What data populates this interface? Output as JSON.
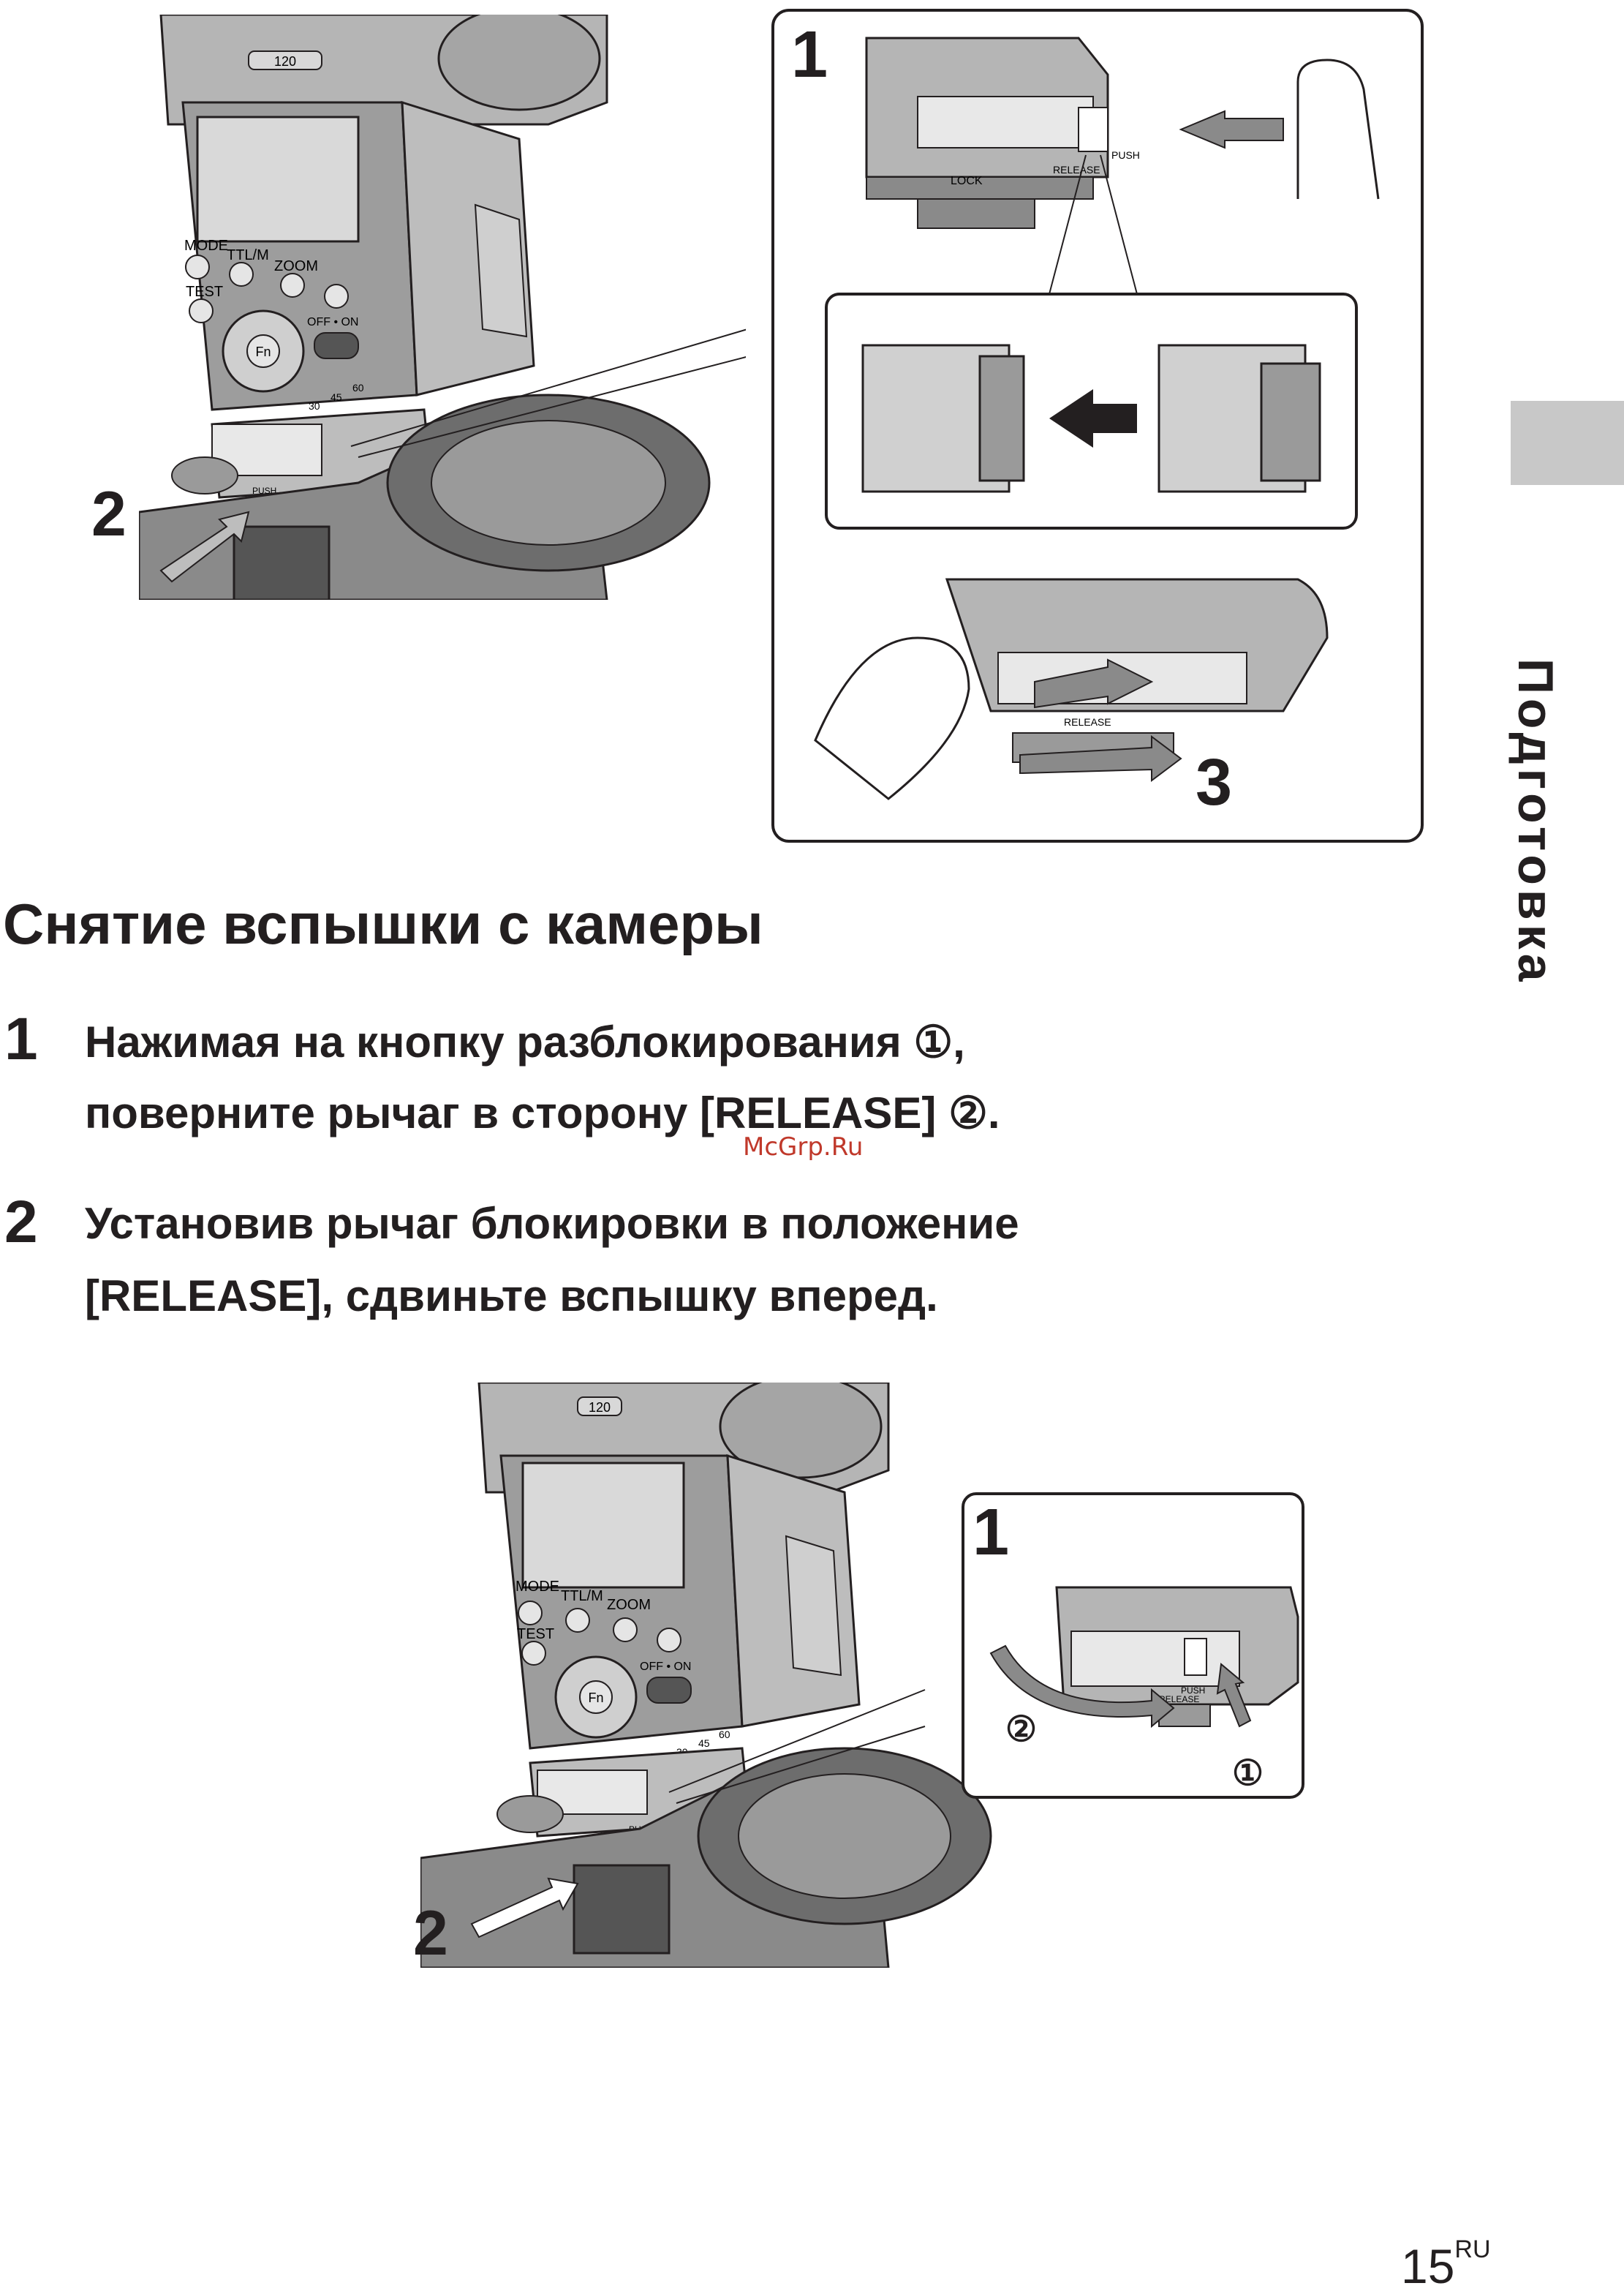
{
  "side_tab": {
    "label": "Подготовка"
  },
  "section": {
    "title": "Снятие вспышки с камеры"
  },
  "steps": [
    {
      "number": "1",
      "lines": [
        "Нажимая на кнопку разблокирования ①,",
        "поверните рычаг в сторону [RELEASE] ②."
      ]
    },
    {
      "number": "2",
      "lines": [
        "Установив рычаг блокировки в положение",
        "[RELEASE], сдвиньте вспышку вперед."
      ]
    }
  ],
  "watermark": "McGrp.Ru",
  "page": {
    "number": "15",
    "suffix": "RU"
  },
  "figure_top": {
    "callouts": [
      "1",
      "2",
      "3"
    ],
    "flash_labels": {
      "model": "120",
      "mode": "MODE",
      "ttlm": "TTL/M",
      "zoom": "ZOOM",
      "test": "TEST",
      "fn": "Fn",
      "off_on": "OFF • ON",
      "angles": [
        "30",
        "45",
        "60"
      ]
    },
    "shoe_labels": {
      "lock": "LOCK",
      "release": "RELEASE",
      "push": "PUSH"
    }
  },
  "figure_bottom": {
    "callouts": [
      "1",
      "2"
    ],
    "circled": [
      "②",
      "①"
    ],
    "flash_labels": {
      "model": "120",
      "mode": "MODE",
      "ttlm": "TTL/M",
      "zoom": "ZOOM",
      "test": "TEST",
      "fn": "Fn",
      "off_on": "OFF • ON",
      "angles": [
        "30",
        "45",
        "60"
      ]
    },
    "shoe_labels": {
      "push": "PUSH",
      "release": "RELEASE"
    }
  }
}
